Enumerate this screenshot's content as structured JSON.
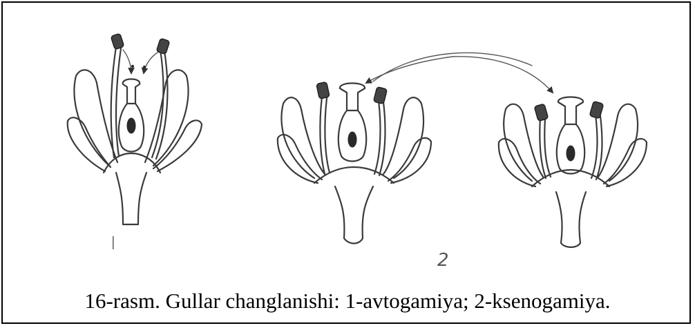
{
  "figure": {
    "label_1": "I",
    "label_2": "2",
    "caption": "16-rasm. Gullar changlanishi: 1-avtogamiya; 2-ksenogamiya."
  },
  "colors": {
    "line": "#3a3a3a",
    "border": "#000000",
    "background": "#ffffff"
  }
}
